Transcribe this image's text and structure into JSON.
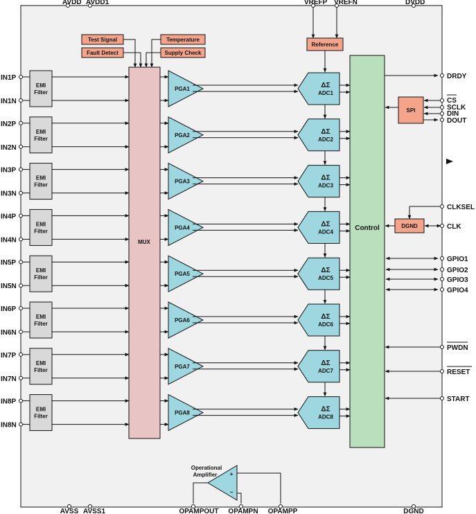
{
  "top_pins": {
    "avdd": "AVDD",
    "avdd1": "AVDD1",
    "vrefp": "VREFP",
    "vrefn": "VREFN",
    "dvdd": "DVDD"
  },
  "bottom_pins": {
    "avss": "AVSS",
    "avss1": "AVSS1",
    "opampout": "OPAMPOUT",
    "opampn": "OPAMPN",
    "opampp": "OPAMPP",
    "dgnd": "DGND"
  },
  "test_inputs": [
    "Test Signal",
    "Temperature",
    "Fault Detect",
    "Supply Check"
  ],
  "channels": [
    {
      "p": "IN1P",
      "n": "IN1N",
      "emi": [
        "EMI",
        "Filter"
      ],
      "pga": "PGA1",
      "adc": "ADC1"
    },
    {
      "p": "IN2P",
      "n": "IN2N",
      "emi": [
        "EMI",
        "Filter"
      ],
      "pga": "PGA2",
      "adc": "ADC2"
    },
    {
      "p": "IN3P",
      "n": "IN3N",
      "emi": [
        "EMI",
        "Filter"
      ],
      "pga": "PGA3",
      "adc": "ADC3"
    },
    {
      "p": "IN4P",
      "n": "IN4N",
      "emi": [
        "EMI",
        "Filter"
      ],
      "pga": "PGA4",
      "adc": "ADC4"
    },
    {
      "p": "IN5P",
      "n": "IN5N",
      "emi": [
        "EMI",
        "Filter"
      ],
      "pga": "PGA5",
      "adc": "ADC5"
    },
    {
      "p": "IN6P",
      "n": "IN6N",
      "emi": [
        "EMI",
        "Filter"
      ],
      "pga": "PGA6",
      "adc": "ADC6"
    },
    {
      "p": "IN7P",
      "n": "IN7N",
      "emi": [
        "EMI",
        "Filter"
      ],
      "pga": "PGA7",
      "adc": "ADC7"
    },
    {
      "p": "IN8P",
      "n": "IN8N",
      "emi": [
        "EMI",
        "Filter"
      ],
      "pga": "PGA8",
      "adc": "ADC8"
    }
  ],
  "delta_sigma": "ΔΣ",
  "mux": "MUX",
  "reference": "Reference",
  "control": "Control",
  "spi": "SPI",
  "osc": "DGND",
  "opamp": {
    "line1": "Operational",
    "line2": "Amplifier",
    "plus": "+",
    "minus": "−"
  },
  "right_pins": {
    "drdy": "DRDY",
    "cs": "CS",
    "sclk": "SCLK",
    "din": "DIN",
    "dout": "DOUT",
    "clksel": "CLKSEL",
    "clk": "CLK",
    "gpio1": "GPIO1",
    "gpio2": "GPIO2",
    "gpio3": "GPIO3",
    "gpio4": "GPIO4",
    "pwdn": "PWDN",
    "reset": "RESET",
    "start": "START"
  },
  "colors": {
    "die": "#f1f1f1",
    "emi": "#d9d9d9",
    "mux": "#e8c4c5",
    "pga": "#9ed7e0",
    "adc": "#9ed7e0",
    "control": "#b9dfbd",
    "salmon": "#f4a48b"
  }
}
